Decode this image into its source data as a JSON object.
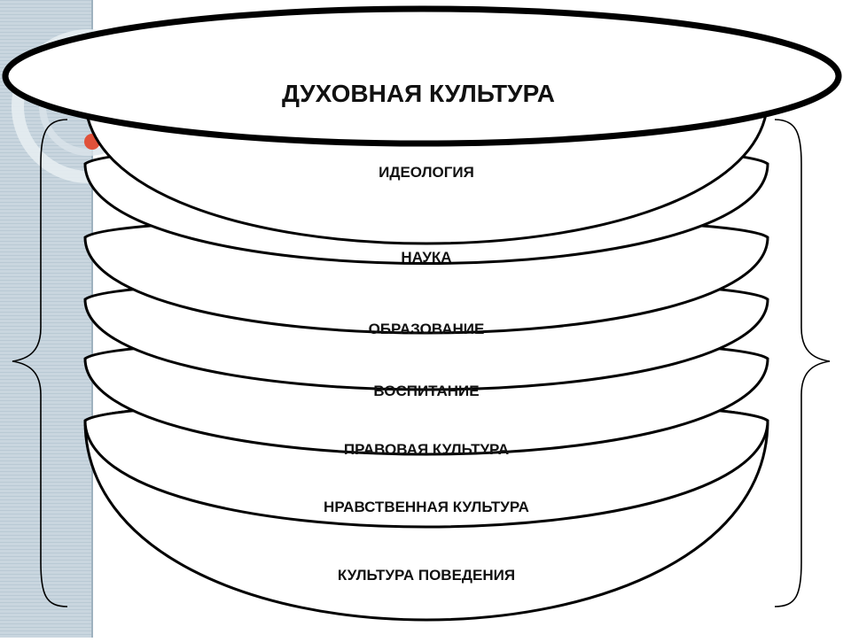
{
  "title": "ДУХОВНАЯ КУЛЬТУРА",
  "layers": [
    "ИДЕОЛОГИЯ",
    "НАУКА",
    "ОБРАЗОВАНИЕ",
    "ВОСПИТАНИЕ",
    "ПРАВОВАЯ КУЛЬТУРА",
    "НРАВСТВЕННАЯ КУЛЬТУРА",
    "КУЛЬТУРА ПОВЕДЕНИЯ"
  ],
  "colors": {
    "side_panel": "#c8d6e0",
    "side_panel_stripe": "#b7c8d4",
    "stroke": "#000000",
    "fill": "#ffffff",
    "accent_dot": "#e0513a"
  }
}
